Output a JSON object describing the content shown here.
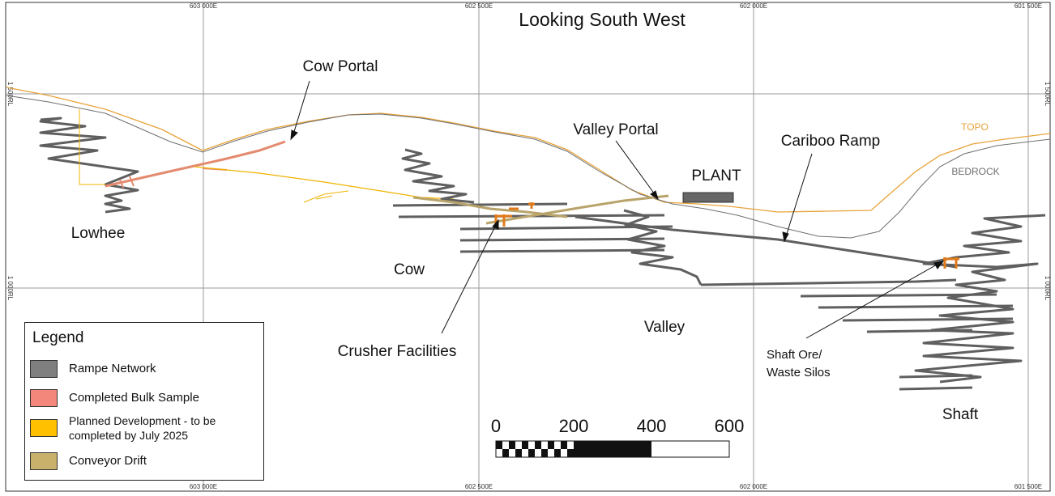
{
  "title": "Looking South West",
  "grid": {
    "easting_labels": [
      "603 000E",
      "602 500E",
      "602 000E",
      "601 500E"
    ],
    "level_labels": [
      "1 500RL",
      "1 000RL"
    ]
  },
  "labels": {
    "cow_portal": "Cow Portal",
    "valley_portal": "Valley Portal",
    "plant": "PLANT",
    "cariboo_ramp": "Cariboo Ramp",
    "topo": "TOPO",
    "bedrock": "BEDROCK",
    "lowhee": "Lowhee",
    "cow": "Cow",
    "valley": "Valley",
    "crusher": "Crusher Facilities",
    "shaft_silos_1": "Shaft Ore/",
    "shaft_silos_2": "Waste Silos",
    "shaft": "Shaft"
  },
  "scale_bar": {
    "ticks": [
      "0",
      "200",
      "400",
      "600"
    ]
  },
  "legend": {
    "title": "Legend",
    "items": [
      {
        "label": "Rampe Network",
        "color": "#7f7f7f"
      },
      {
        "label": "Completed Bulk Sample",
        "color": "#f4877c"
      },
      {
        "label_line1": "Planned Development - to be",
        "label_line2": "completed by July 2025",
        "color": "#ffc000"
      },
      {
        "label": "Conveyor Drift",
        "color": "#c9b16c"
      }
    ]
  },
  "colors": {
    "topo": "#e8a33a",
    "bedrock": "#6f6f6f",
    "ramp": "#5f5f5f",
    "bulk_sample": "#e48a6f",
    "planned": "#f0b400",
    "facility": "#e07a1a",
    "conveyor": "#b8a46a"
  }
}
